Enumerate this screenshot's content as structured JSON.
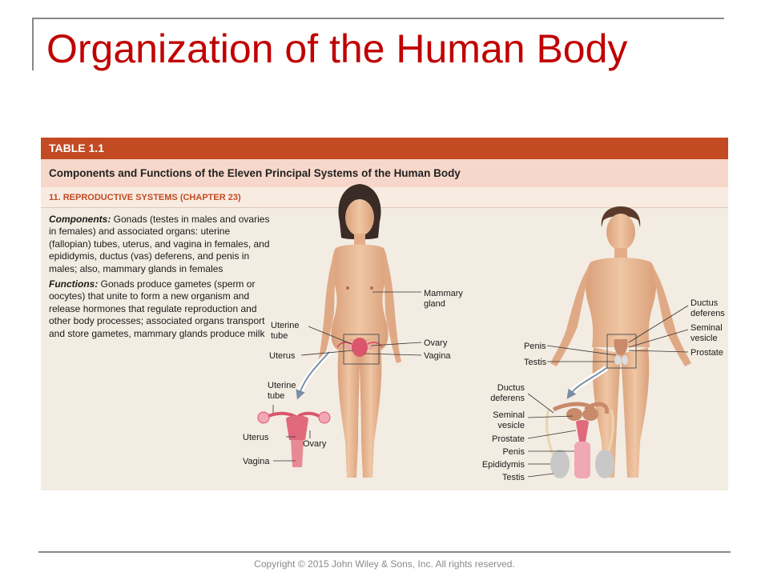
{
  "slide": {
    "title": "Organization of the Human Body",
    "footer": "Copyright © 2015 John Wiley & Sons, Inc. All rights reserved."
  },
  "table": {
    "label": "TABLE 1.1",
    "subtitle": "Components and Functions of the Eleven Principal Systems of the Human Body",
    "section": "11. REPRODUCTIVE SYSTEMS (CHAPTER 23)",
    "components_heading": "Components:",
    "components_text": "Gonads (testes in males and ovaries in females) and associated organs: uterine (fallopian) tubes, uterus, and vagina in females, and epididymis, ductus (vas) deferens, and penis in males; also, mammary glands in females",
    "functions_heading": "Functions:",
    "functions_text": "Gonads produce gametes (sperm or oocytes) that unite to form a new organism and release hormones that regulate reproduction and other body processes; associated organs transport and store gametes, mammary glands produce milk"
  },
  "female_labels": {
    "mammary": [
      "Mammary",
      "gland"
    ],
    "uterine_tube": [
      "Uterine",
      "tube"
    ],
    "ovary": "Ovary",
    "uterus": "Uterus",
    "vagina": "Vagina",
    "inset_uterine_tube": [
      "Uterine",
      "tube"
    ],
    "inset_uterus": "Uterus",
    "inset_ovary": "Ovary",
    "inset_vagina": "Vagina"
  },
  "male_labels": {
    "ductus_deferens": [
      "Ductus",
      "deferens"
    ],
    "seminal_vesicle": [
      "Seminal",
      "vesicle"
    ],
    "prostate": "Prostate",
    "penis": "Penis",
    "testis": "Testis",
    "inset_ductus": [
      "Ductus",
      "deferens"
    ],
    "inset_seminal": [
      "Seminal",
      "vesicle"
    ],
    "inset_prostate": "Prostate",
    "inset_penis": "Penis",
    "inset_epididymis": "Epididymis",
    "inset_testis": "Testis"
  },
  "colors": {
    "title": "#c00000",
    "table_header": "#c34a22",
    "table_subheader": "#f7d7c9",
    "panel": "#f3ece2",
    "skin": "#e6b48f",
    "organ": "#d9566b"
  }
}
